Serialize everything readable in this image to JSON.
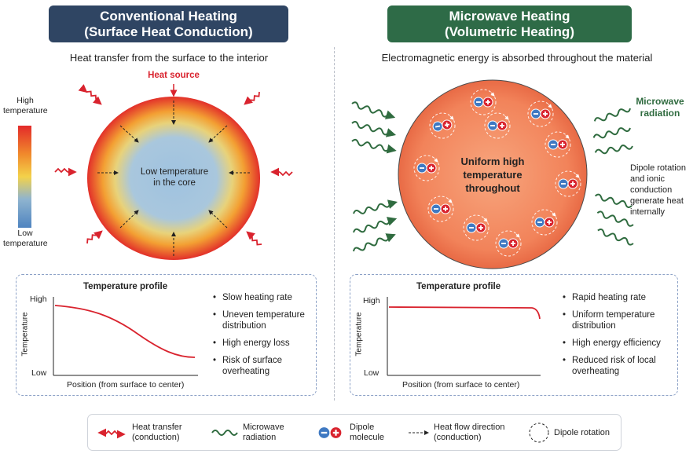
{
  "left": {
    "title_line1": "Conventional Heating",
    "title_line2": "(Surface Heat Conduction)",
    "subtitle": "Heat transfer from the surface to the interior",
    "heat_source": "Heat source",
    "scale_high_1": "High",
    "scale_high_2": "temperature",
    "scale_low_1": "Low",
    "scale_low_2": "temperature",
    "core_line1": "Low temperature",
    "core_line2": "in the core",
    "profile_title": "Temperature profile",
    "y_high": "High",
    "y_low": "Low",
    "y_label": "Temperature",
    "x_label": "Position (from surface to center)",
    "bullets": [
      "Slow heating rate",
      "Uneven temperature distribution",
      "High energy loss",
      "Risk of surface overheating"
    ]
  },
  "right": {
    "title_line1": "Microwave Heating",
    "title_line2": "(Volumetric Heating)",
    "subtitle": "Electromagnetic energy is absorbed throughout the material",
    "microwave_line1": "Microwave",
    "microwave_line2": "radiation",
    "center_line1": "Uniform high",
    "center_line2": "temperature",
    "center_line3": "throughout",
    "dipole_note": [
      "Dipole rotation",
      "and ionic",
      "conduction",
      "generate heat",
      "internally"
    ],
    "profile_title": "Temperature profile",
    "y_high": "High",
    "y_low": "Low",
    "y_label": "Temperature",
    "x_label": "Position (from surface to center)",
    "bullets": [
      "Rapid heating rate",
      "Uniform temperature distribution",
      "High energy efficiency",
      "Reduced risk of local overheating"
    ]
  },
  "legend": {
    "heat_transfer_1": "Heat transfer",
    "heat_transfer_2": "(conduction)",
    "microwave_1": "Microwave",
    "microwave_2": "radiation",
    "dipole_1": "Dipole",
    "dipole_2": "molecule",
    "flow_1": "Heat flow direction",
    "flow_2": "(conduction)",
    "rotation": "Dipole rotation"
  },
  "colors": {
    "left_title_bg": "#2f4563",
    "right_title_bg": "#2e6b47",
    "heat_red": "#d9232e",
    "microwave_green": "#2f6b3f",
    "dipole_blue": "#3f79c2"
  }
}
